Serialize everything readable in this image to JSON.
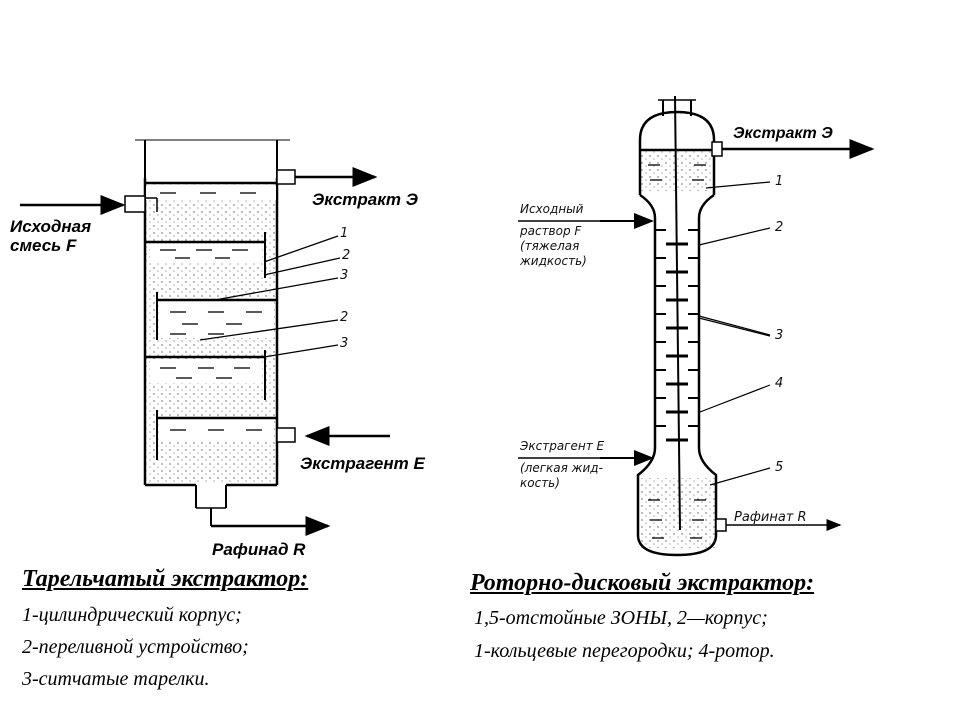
{
  "left_apparatus": {
    "extract_label": "Экстракт Э",
    "feed_label_line1": "Исходная",
    "feed_label_line2": "смесь F",
    "extractant_label": "Экстрагент E",
    "raffinate_label": "Рафинад R",
    "callouts": [
      "1",
      "2",
      "3",
      "2",
      "3"
    ],
    "caption": {
      "title": "Тарельчатый экстрактор:",
      "lines": [
        "1-цилиндрический корпус;",
        "2-переливной устройство;",
        "3-ситчатые тарелки."
      ]
    }
  },
  "right_apparatus": {
    "extract_label": "Экстракт Э",
    "feed_label_lines": [
      "Исходный",
      "раствор F",
      "(тяжелая",
      "жидкость)"
    ],
    "extractant_label_lines": [
      "Экстрагент E",
      "(легкая жид-",
      "кость)"
    ],
    "raffinate_label": "Рафинат  R",
    "callouts": [
      "1",
      "2",
      "3",
      "4",
      "5"
    ],
    "caption": {
      "title": "Роторно-дисковый экстрактор:",
      "lines": [
        "1,5-отстойные ЗОНЫ, 2—корпус;",
        "1-кольцевые перегородки; 4-ротор."
      ]
    }
  }
}
